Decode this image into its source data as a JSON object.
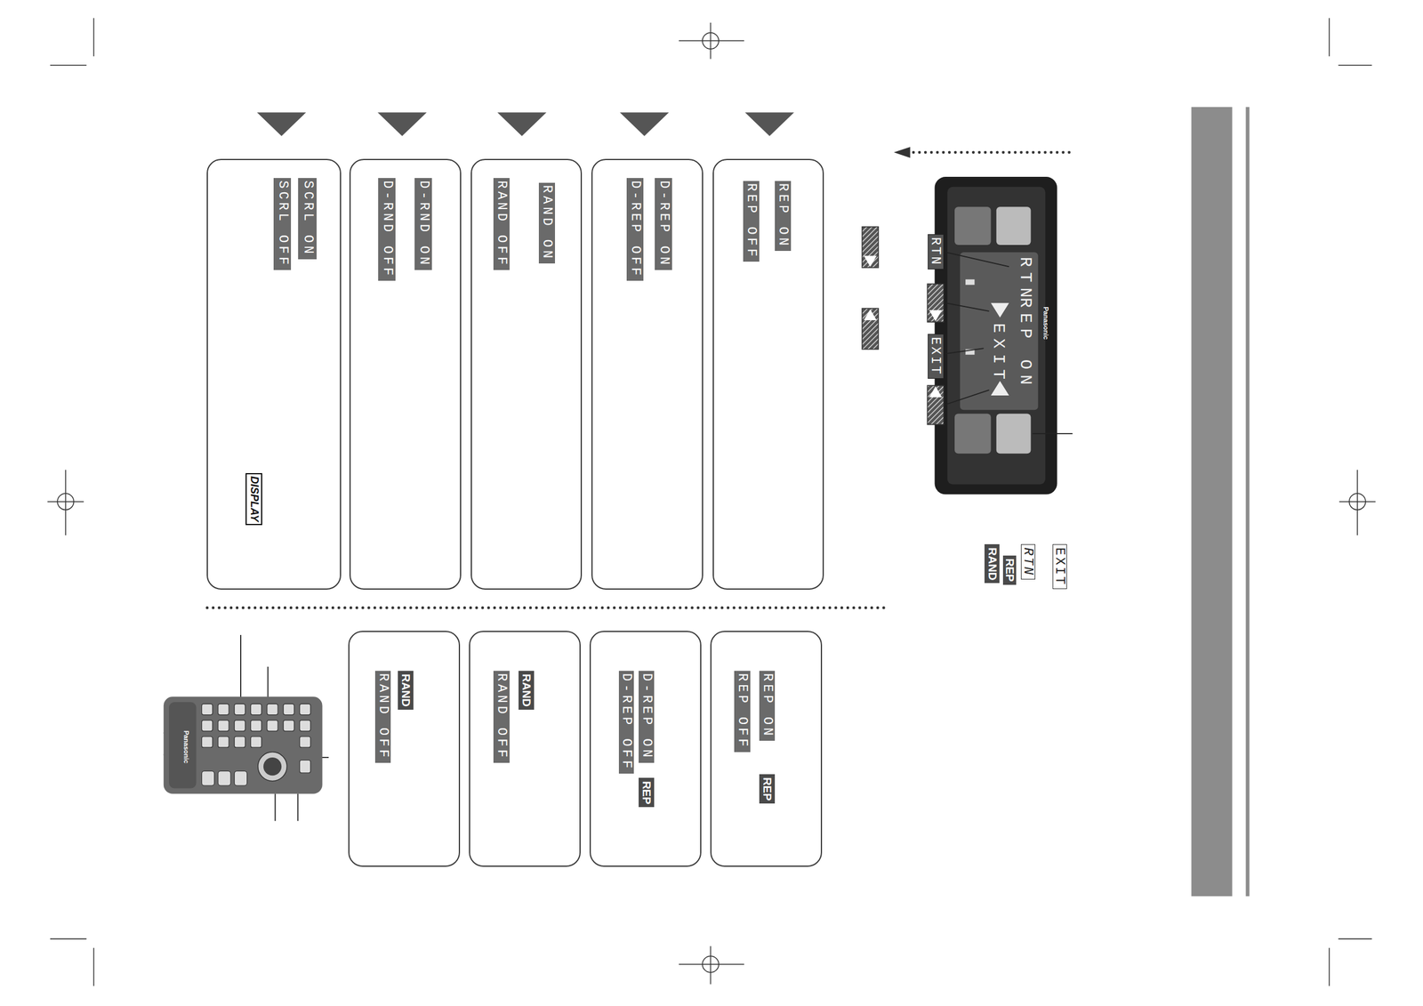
{
  "diagram": {
    "nodes": [
      {
        "text": [
          "REP ON",
          "REP OFF"
        ]
      },
      {
        "text": [
          "REP ON",
          "REP OFF",
          "REP"
        ]
      },
      {
        "text": [
          "D-REP ON",
          "D-REP OFF"
        ]
      },
      {
        "text": [
          "D-REP ON",
          "D-REP OFF",
          "REP"
        ]
      },
      {
        "text": [
          "RAND ON",
          "RAND OFF"
        ]
      },
      {
        "text": [
          "RAND",
          "RAND OFF"
        ]
      },
      {
        "text": [
          "D-RND ON",
          "D-RND OFF"
        ]
      },
      {
        "text": [
          "RAND",
          "RAND OFF"
        ]
      },
      {
        "text": [
          "SCRL ON",
          "SCRL OFF",
          "DISPLAY"
        ]
      }
    ],
    "labels": [
      "Panasonic",
      "RTN",
      "REP ON",
      "EXIT",
      "RTN",
      "EXIT",
      "EXIT",
      "RTN",
      "REP",
      "RAND",
      "Panasonic"
    ]
  }
}
